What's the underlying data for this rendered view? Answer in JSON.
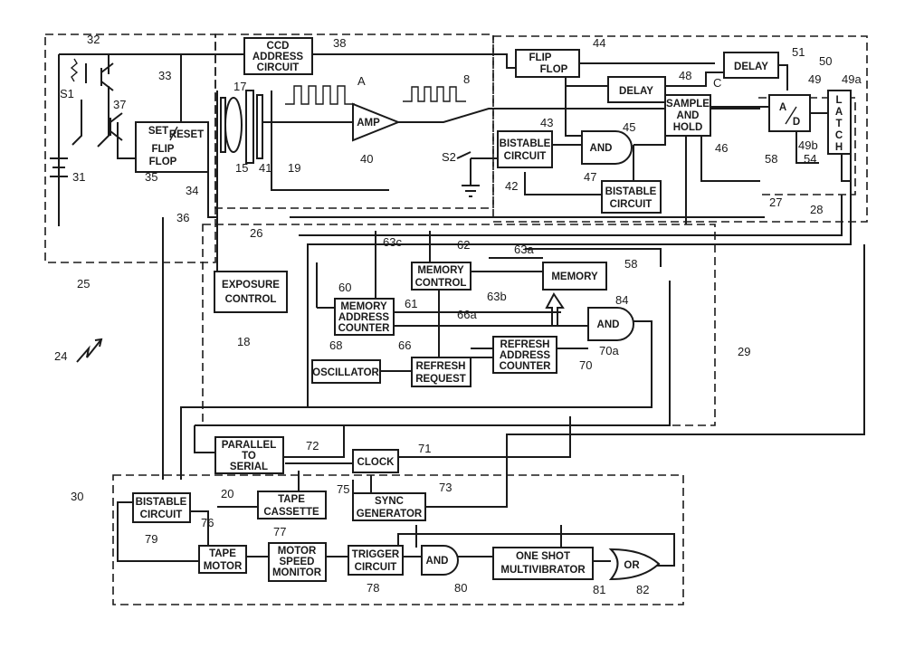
{
  "diagram": {
    "blocks": {
      "ccd_address": [
        "CCD",
        "ADDRESS",
        "CIRCUIT"
      ],
      "flip_flop_top": [
        "FLIP",
        "FLOP"
      ],
      "delay1": [
        "DELAY"
      ],
      "delay2": [
        "DELAY"
      ],
      "sample_hold": [
        "SAMPLE",
        "AND",
        "HOLD"
      ],
      "ad": [
        "A",
        "D"
      ],
      "latch": [
        "L",
        "A",
        "T",
        "C",
        "H"
      ],
      "set_reset": [
        "SET",
        "RESET",
        "FLIP",
        "FLOP"
      ],
      "amp": [
        "AMP"
      ],
      "bistable1": [
        "BISTABLE",
        "CIRCUIT"
      ],
      "and_top": [
        "AND"
      ],
      "bistable2": [
        "BISTABLE",
        "CIRCUIT"
      ],
      "memory_control": [
        "MEMORY",
        "CONTROL"
      ],
      "memory": [
        "MEMORY"
      ],
      "exposure": [
        "EXPOSURE",
        "CONTROL"
      ],
      "mem_addr": [
        "MEMORY",
        "ADDRESS",
        "COUNTER"
      ],
      "and_mid": [
        "AND"
      ],
      "oscillator": [
        "OSCILLATOR"
      ],
      "refresh_request": [
        "REFRESH",
        "REQUEST"
      ],
      "refresh_counter": [
        "REFRESH",
        "ADDRESS",
        "COUNTER"
      ],
      "parallel_serial": [
        "PARALLEL",
        "TO",
        "SERIAL"
      ],
      "clock": [
        "CLOCK"
      ],
      "sync_gen": [
        "SYNC",
        "GENERATOR"
      ],
      "bistable3": [
        "BISTABLE",
        "CIRCUIT"
      ],
      "tape_cassette": [
        "TAPE",
        "CASSETTE"
      ],
      "tape_motor": [
        "TAPE",
        "MOTOR"
      ],
      "motor_speed": [
        "MOTOR",
        "SPEED",
        "MONITOR"
      ],
      "trigger": [
        "TRIGGER",
        "CIRCUIT"
      ],
      "and_bot": [
        "AND"
      ],
      "one_shot": [
        "ONE SHOT",
        "MULTIVIBRATOR"
      ],
      "or_bot": [
        "OR"
      ]
    },
    "reference_numerals": {
      "n32": "32",
      "n38": "38",
      "n44": "44",
      "nA": "A",
      "n8": "8",
      "n48": "48",
      "n51": "51",
      "n50": "50",
      "n49": "49",
      "n49a": "49a",
      "n33": "33",
      "nS1": "S1",
      "n37": "37",
      "n17": "17",
      "nC": "C",
      "n43": "43",
      "n45": "45",
      "n31": "31",
      "n35": "35",
      "n34": "34",
      "n15": "15",
      "n41": "41",
      "n19": "19",
      "n40": "40",
      "nS2": "S2",
      "n46": "46",
      "n49b": "49b",
      "n58a": "58",
      "n54": "54",
      "n42": "42",
      "n47": "47",
      "n36": "36",
      "n26": "26",
      "n27": "27",
      "n28": "28",
      "n63c": "63c",
      "n62": "62",
      "n63a": "63a",
      "n58b": "58",
      "n25": "25",
      "n60": "60",
      "n61": "61",
      "n63b": "63b",
      "n84": "84",
      "n66a": "66a",
      "n18": "18",
      "n68": "68",
      "n66": "66",
      "n70a": "70a",
      "n29": "29",
      "n24": "24",
      "n70": "70",
      "n72": "72",
      "n71": "71",
      "n30": "30",
      "n20": "20",
      "n73": "73",
      "n75": "75",
      "n76": "76",
      "n77": "77",
      "n79": "79",
      "n78": "78",
      "n80": "80",
      "n81": "81",
      "n82": "82"
    }
  }
}
